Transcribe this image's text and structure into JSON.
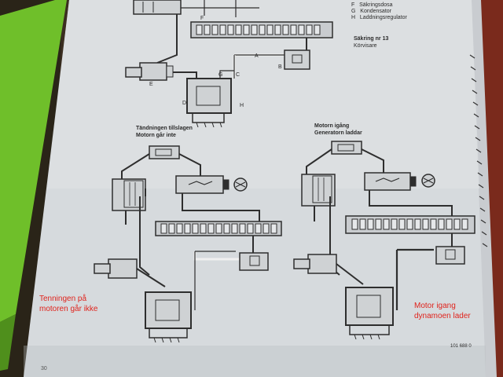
{
  "legend": {
    "items": [
      {
        "key": "F",
        "text": "Säkringsdosa"
      },
      {
        "key": "G",
        "text": "Kondensator"
      },
      {
        "key": "H",
        "text": "Laddningsregulator"
      }
    ],
    "fuse_title": "Säkring nr 13",
    "fuse_sub": "Körvisare"
  },
  "top_diagram": {
    "letters": {
      "E": "E",
      "A": "A",
      "B": "B",
      "C": "C",
      "D": "D",
      "G": "G",
      "H": "H",
      "F": "F"
    }
  },
  "left_diagram": {
    "title_line1": "Tändningen tillslagen",
    "title_line2": "Motorn går inte",
    "caption": "Tenningen på motoren går ikke"
  },
  "right_diagram": {
    "title_line1": "Motorn igång",
    "title_line2": "Generatorn laddar",
    "caption": "Motor igang dynamoen lader"
  },
  "page_number": "30",
  "ref_code": "101 688 0",
  "colors": {
    "red_text": "#e0231c",
    "paper": "#d9dde0",
    "green_cover": "#6fbf2a",
    "background": "#3a2f22"
  }
}
